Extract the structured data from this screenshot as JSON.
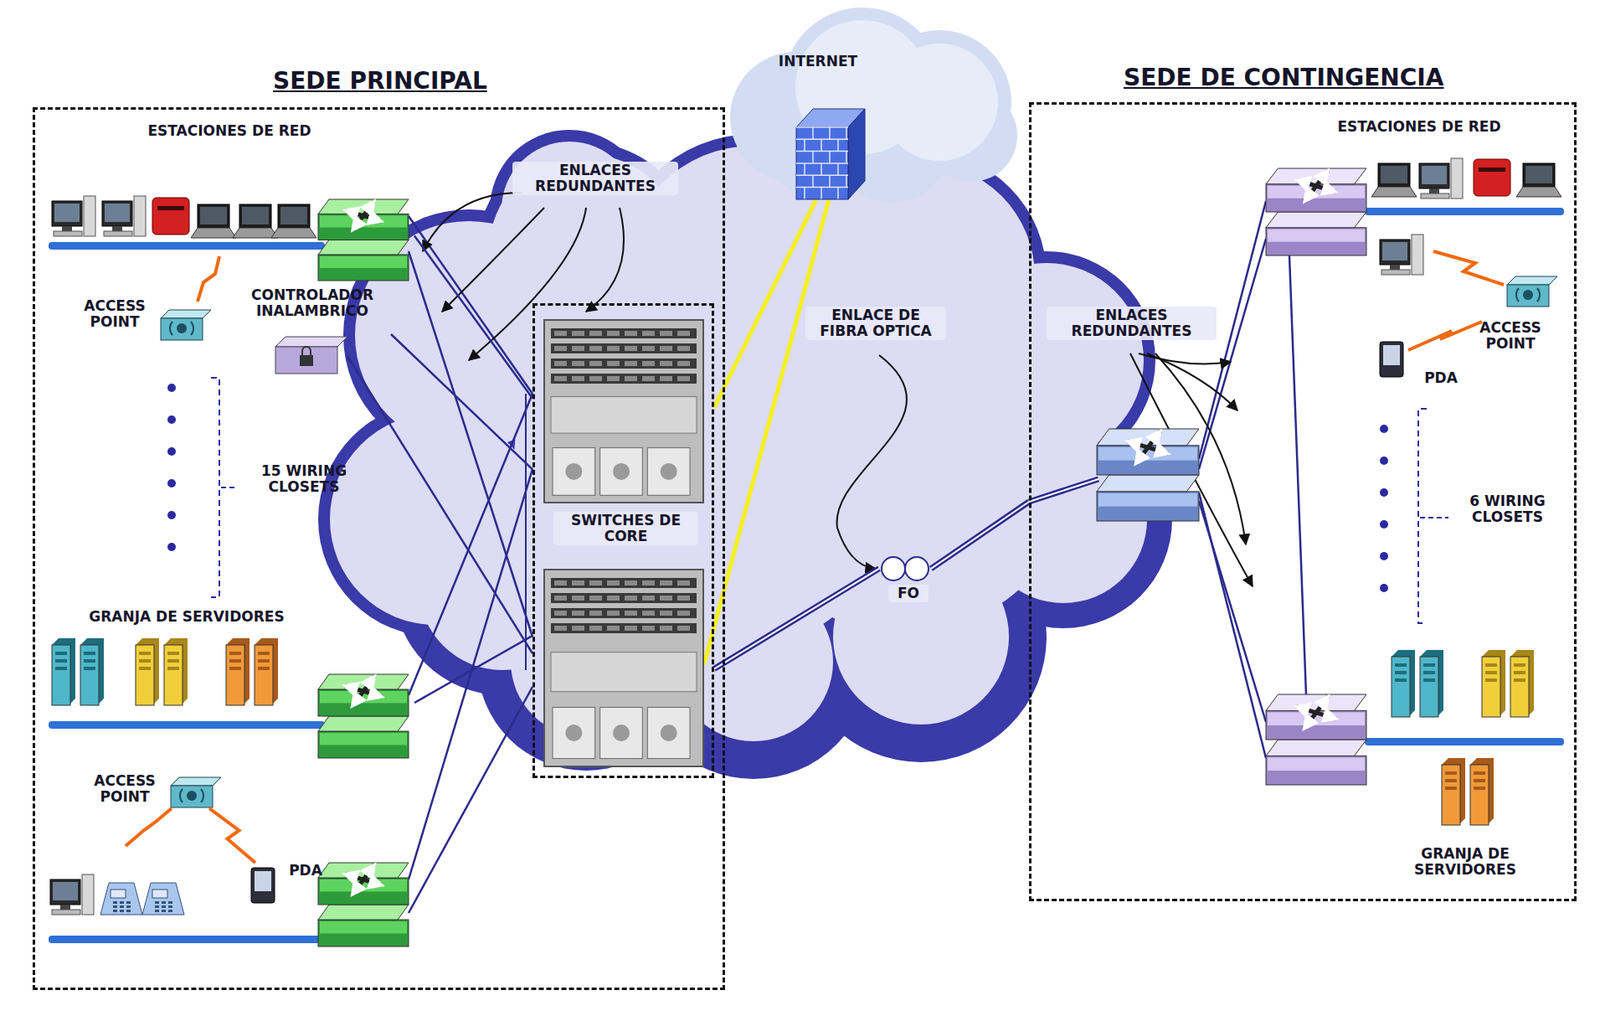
{
  "diagram": {
    "nodes": [
      {
        "text": [
          "SEDE PRINCIPAL"
        ]
      },
      {
        "text": [
          "ESTACIONES DE RED"
        ],
        "in": 0
      },
      {
        "text": [
          "ACCESS POINT"
        ],
        "in": 0
      },
      {
        "text": [
          "CONTROLADOR INALAMBRICO"
        ],
        "in": 0
      },
      {
        "text": [
          "GRANJA DE SERVIDORES"
        ],
        "in": 0
      },
      {
        "text": [
          "ACCESS POINT"
        ],
        "in": 0
      },
      {
        "text": [
          "SWITCHES DE CORE"
        ],
        "in": 0
      },
      {
        "text": [
          "INTERNET"
        ]
      },
      {
        "text": [
          "FO"
        ]
      },
      {
        "text": [
          "SEDE DE CONTINGENCIA"
        ]
      },
      {
        "text": [
          "ESTACIONES DE RED"
        ],
        "in": 9
      },
      {
        "text": [
          "ACCESS POINT"
        ],
        "in": 9
      },
      {
        "text": [
          "GRANJA DE SERVIDORES"
        ],
        "in": 9
      }
    ],
    "edges": [
      {
        "from": 1,
        "to": 6,
        "arrow": "none"
      },
      {
        "from": 3,
        "to": 6,
        "arrow": "none"
      },
      {
        "from": 4,
        "to": 6,
        "arrow": "none"
      },
      {
        "from": 6,
        "to": 7,
        "arrow": "none"
      },
      {
        "from": 6,
        "to": 8,
        "arrow": "none"
      },
      {
        "from": 8,
        "to": 9,
        "arrow": "none"
      }
    ],
    "labels": [
      "ENLACES REDUNDANTES",
      "15 WIRING CLOSETS",
      "PDA",
      "ENLACE DE FIBRA OPTICA",
      "ENLACES REDUNDANTES",
      "PDA",
      "6 WIRING CLOSETS"
    ]
  }
}
